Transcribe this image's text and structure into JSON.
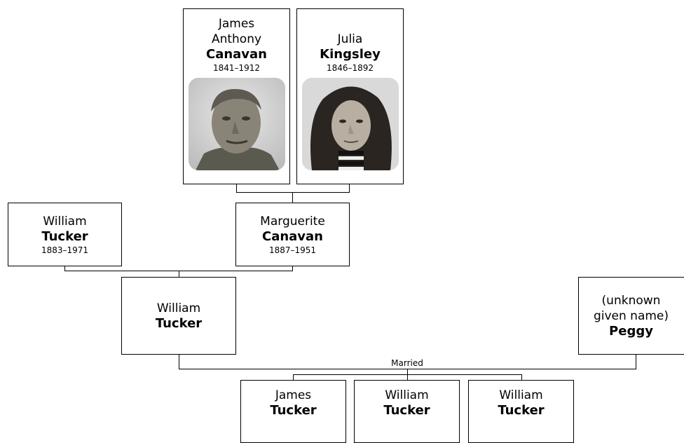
{
  "persons": {
    "james_anthony": {
      "given": "James Anthony",
      "surname": "Canavan",
      "dates": "1841–1912",
      "photo": "man-portrait"
    },
    "julia": {
      "given": "Julia",
      "surname": "Kingsley",
      "dates": "1846–1892",
      "photo": "woman-portrait"
    },
    "william_sr": {
      "given": "William",
      "surname": "Tucker",
      "dates": "1883–1971"
    },
    "marguerite": {
      "given": "Marguerite",
      "surname": "Canavan",
      "dates": "1887–1951"
    },
    "william_jr": {
      "given": "William",
      "surname": "Tucker"
    },
    "peggy": {
      "given": "(unknown given name)",
      "surname": "Peggy"
    },
    "james_child": {
      "given": "James",
      "surname": "Tucker"
    },
    "william_child_1": {
      "given": "William",
      "surname": "Tucker"
    },
    "william_child_2": {
      "given": "William",
      "surname": "Tucker"
    }
  },
  "relations": {
    "married_label": "Married"
  },
  "colors": {
    "border": "#000000",
    "background": "#ffffff"
  }
}
